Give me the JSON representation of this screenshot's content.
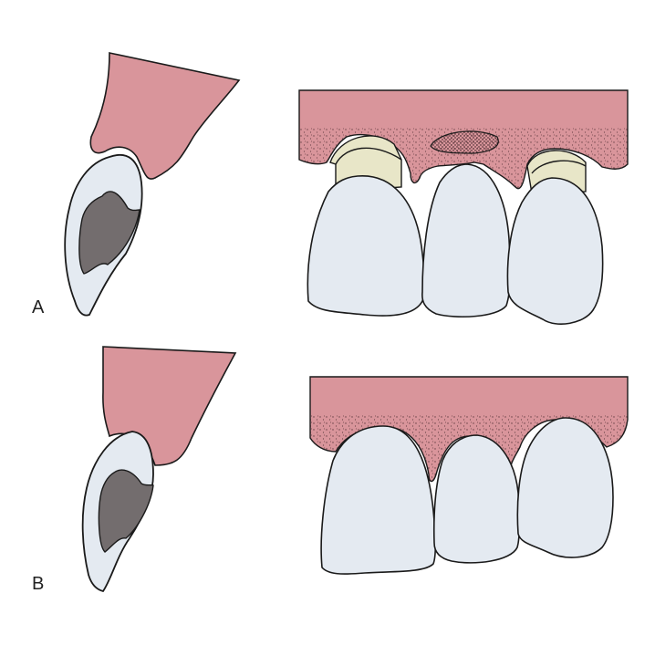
{
  "figure": {
    "panels": [
      {
        "label": "A",
        "views": [
          "lateral-section",
          "frontal-view"
        ],
        "description": "Gingival recession with exposed roots and interdental papilla loss"
      },
      {
        "label": "B",
        "views": [
          "lateral-section",
          "frontal-view"
        ],
        "description": "Restored gingival contour covering roots"
      }
    ]
  },
  "colors": {
    "gingiva": "#D9959B",
    "enamel": "#E4EAF1",
    "pulp": "#736D6E",
    "root": "#E8E6C8",
    "outline": "#1a1a1a",
    "stipple": "#3a1f22"
  }
}
